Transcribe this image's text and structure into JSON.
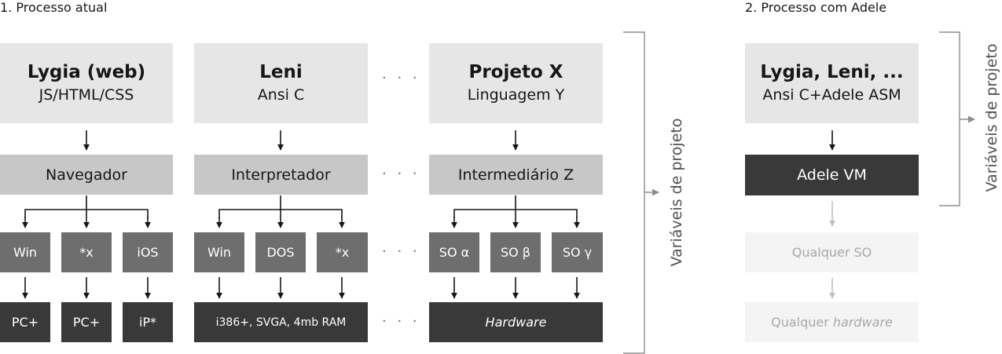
{
  "sections": {
    "current": "1. Processo atual",
    "adele": "2. Processo com Adele"
  },
  "columns": {
    "lygia": {
      "title": "Lygia (web)",
      "lang": "JS/HTML/CSS",
      "runtime": "Navegador",
      "os": [
        "Win",
        "*x",
        "iOS"
      ],
      "hw": [
        "PC+",
        "PC+",
        "iP*"
      ]
    },
    "leni": {
      "title": "Leni",
      "lang": "Ansi C",
      "runtime": "Interpretador",
      "os": [
        "Win",
        "DOS",
        "*x"
      ],
      "hw": "i386+, SVGA, 4mb RAM"
    },
    "projx": {
      "title": "Projeto X",
      "lang": "Linguagem Y",
      "runtime": "Intermediário Z",
      "os": [
        "SO α",
        "SO β",
        "SO γ"
      ],
      "hw": "Hardware"
    }
  },
  "ellipsis": "· · ·",
  "adele": {
    "title": "Lygia, Leni, ...",
    "lang": "Ansi C+Adele ASM",
    "vm": "Adele VM",
    "os": "Qualquer SO",
    "hw_prefix": "Qualquer ",
    "hw_italic": "hardware"
  },
  "bracket_label": "Variáveis de projeto",
  "colors": {
    "layer1": "#e6e6e6",
    "layer2": "#c7c7c7",
    "layer3": "#6e6e6e",
    "layer4": "#393939",
    "ghost_box": "#f4f4f4",
    "ghost_arrow": "#bfbfbf",
    "bracket": "#8d8d8d"
  }
}
